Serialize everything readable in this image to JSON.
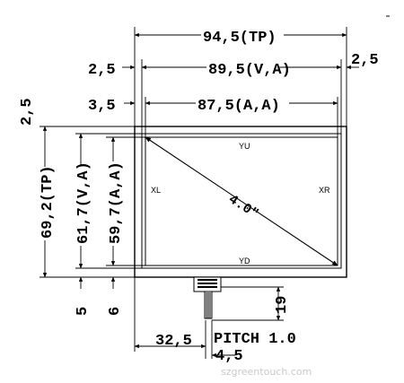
{
  "dimensions": {
    "total_width": "94,5(TP)",
    "view_width": "89,5(V,A)",
    "active_width": "87,5(A,A)",
    "left_offset_view": "2,5",
    "right_offset_view": "2,5",
    "left_offset_active": "3,5",
    "top_offset": "2,5",
    "total_height": "69,2(TP)",
    "view_height": "61,7(V,A)",
    "active_height": "59,7(A,A)",
    "bottom_offset_view": "5",
    "bottom_offset_active": "6",
    "tail_offset": "32,5",
    "tail_width": "4,5",
    "tail_length": "19",
    "pitch": "PITCH 1.0"
  },
  "panel": {
    "label_top": "YU",
    "label_bottom": "YD",
    "label_left": "XL",
    "label_right": "XR",
    "diagonal": "4.0\""
  },
  "watermark": "szgreentouch.com"
}
